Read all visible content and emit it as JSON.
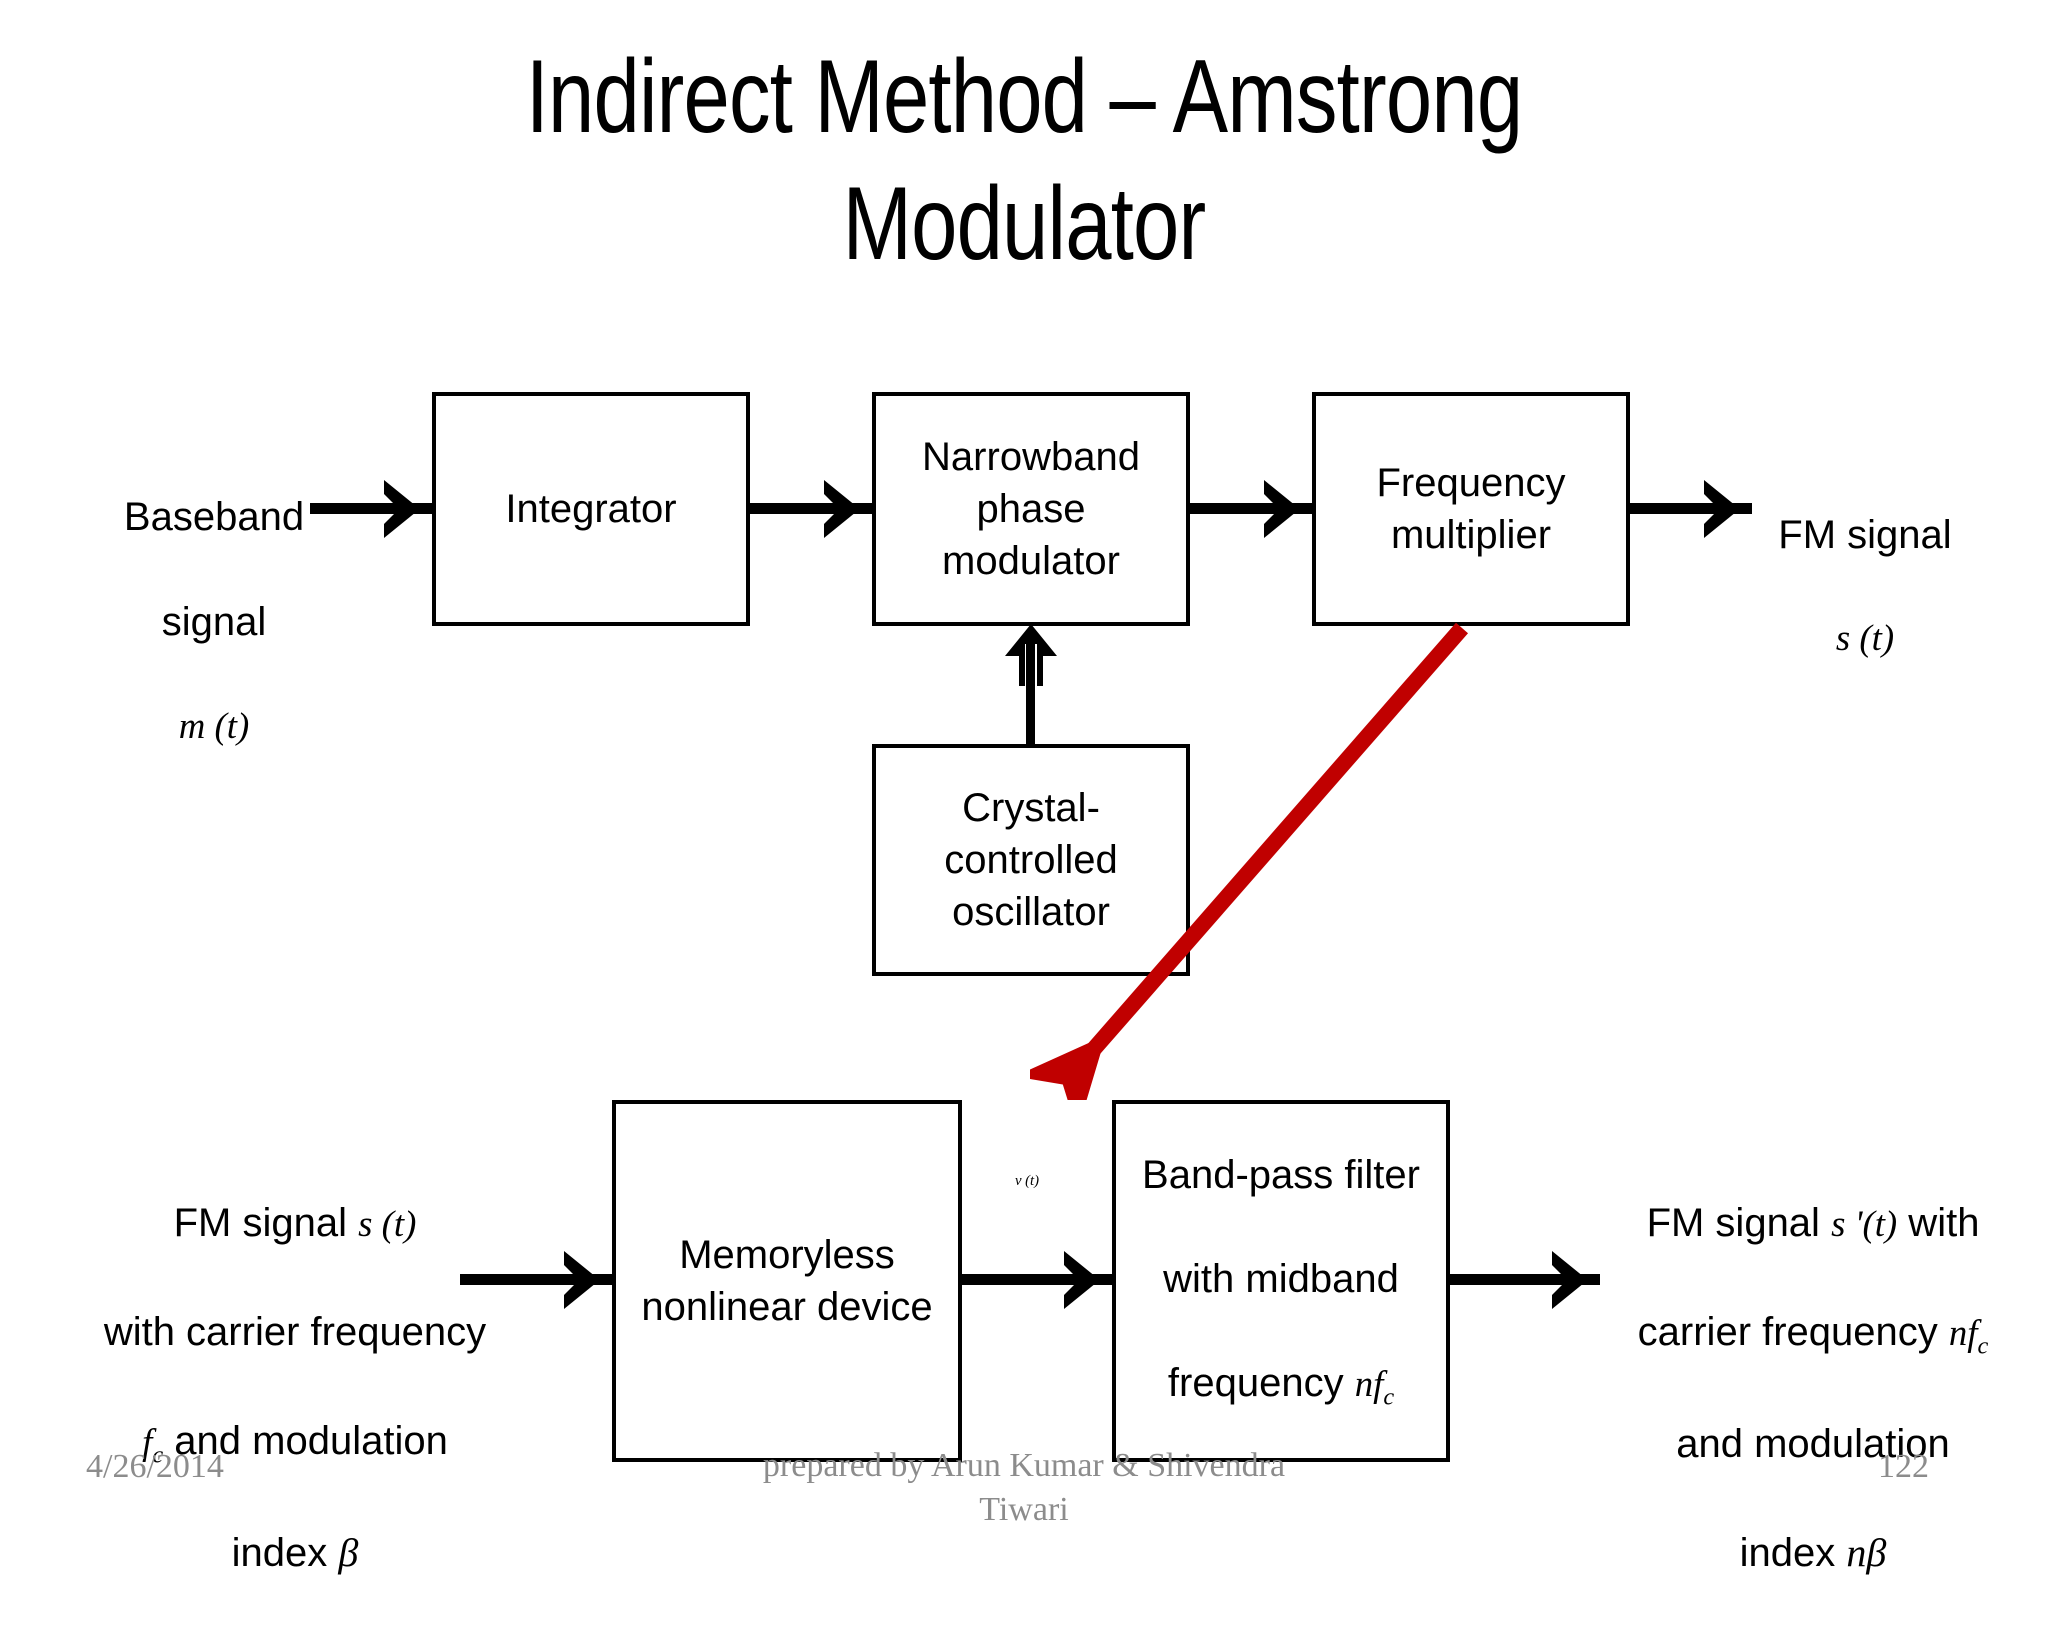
{
  "slide": {
    "title": "Indirect Method – Amstrong\nModulator",
    "accent_red": "#C00000",
    "ink": "#000000",
    "footer_gray": "#8C8C8C"
  },
  "diagram": {
    "top_chain": {
      "input_label": {
        "line1": "Baseband",
        "line2": "signal",
        "math": "m (t)"
      },
      "boxes": [
        {
          "id": "integrator",
          "label": "Integrator"
        },
        {
          "id": "narrowband-phase-modulator",
          "label": "Narrowband\nphase\nmodulator"
        },
        {
          "id": "frequency-multiplier",
          "label": "Frequency\nmultiplier"
        }
      ],
      "output_label": {
        "line1": "FM signal",
        "math": "s (t)"
      },
      "oscillator_box": {
        "id": "crystal-controlled-oscillator",
        "label": "Crystal-\ncontrolled\noscillator"
      }
    },
    "bottom_chain": {
      "input_label": {
        "line1": "FM signal ",
        "math1": "s (t)",
        "line2": "with carrier frequency",
        "math2": "f",
        "math2_sub": "c",
        "line3": " and modulation",
        "line4": "index ",
        "math3": "β"
      },
      "boxes": [
        {
          "id": "memoryless-nonlinear-device",
          "label": "Memoryless\nnonlinear device"
        },
        {
          "id": "band-pass-filter",
          "label_line1": "Band-pass filter",
          "label_line2": "with midband",
          "label_line3": "frequency ",
          "label_math": "nf",
          "label_math_sub": "c"
        }
      ],
      "mid_signal_label": "v (t)",
      "output_label": {
        "line1": "FM signal ",
        "math1": "s '(t)",
        "line1b": " with",
        "line2": "carrier frequency ",
        "math2": "nf",
        "math2_sub": "c",
        "line3": "and modulation",
        "line4": "index ",
        "math3": "nβ"
      }
    }
  },
  "footer": {
    "date": "4/26/2014",
    "credit": "prepared by Arun Kumar & Shivendra\nTiwari",
    "page_number": "122"
  }
}
